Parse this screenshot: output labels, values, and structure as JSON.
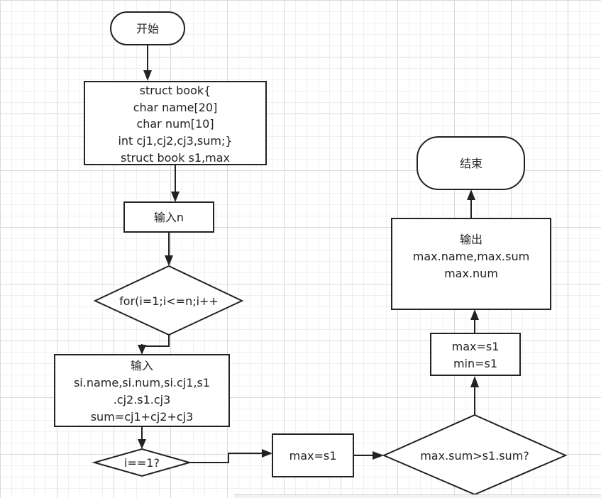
{
  "nodes": {
    "start": {
      "lines": [
        "开始"
      ]
    },
    "declare": {
      "lines": [
        "struct book{",
        "char name[20]",
        "char num[10]",
        "int cj1,cj2,cj3,sum;}",
        "struct book s1,max"
      ]
    },
    "input_n": {
      "lines": [
        "输入n"
      ]
    },
    "loop": {
      "lines": [
        "for(i=1;i<=n;i++"
      ]
    },
    "input_rec": {
      "lines": [
        "输入",
        "si.name,si.num,si.cj1,s1",
        ".cj2.s1.cj3",
        "sum=cj1+cj2+cj3"
      ]
    },
    "check_first": {
      "lines": [
        "i==1?"
      ]
    },
    "set_max": {
      "lines": [
        "max=s1"
      ]
    },
    "compare": {
      "lines": [
        "max.sum>s1.sum?"
      ]
    },
    "set_max_min": {
      "lines": [
        "max=s1",
        "min=s1"
      ]
    },
    "output": {
      "lines": [
        "输出",
        "max.name,max.sum",
        "max.num"
      ]
    },
    "end": {
      "lines": [
        "结束"
      ]
    }
  }
}
